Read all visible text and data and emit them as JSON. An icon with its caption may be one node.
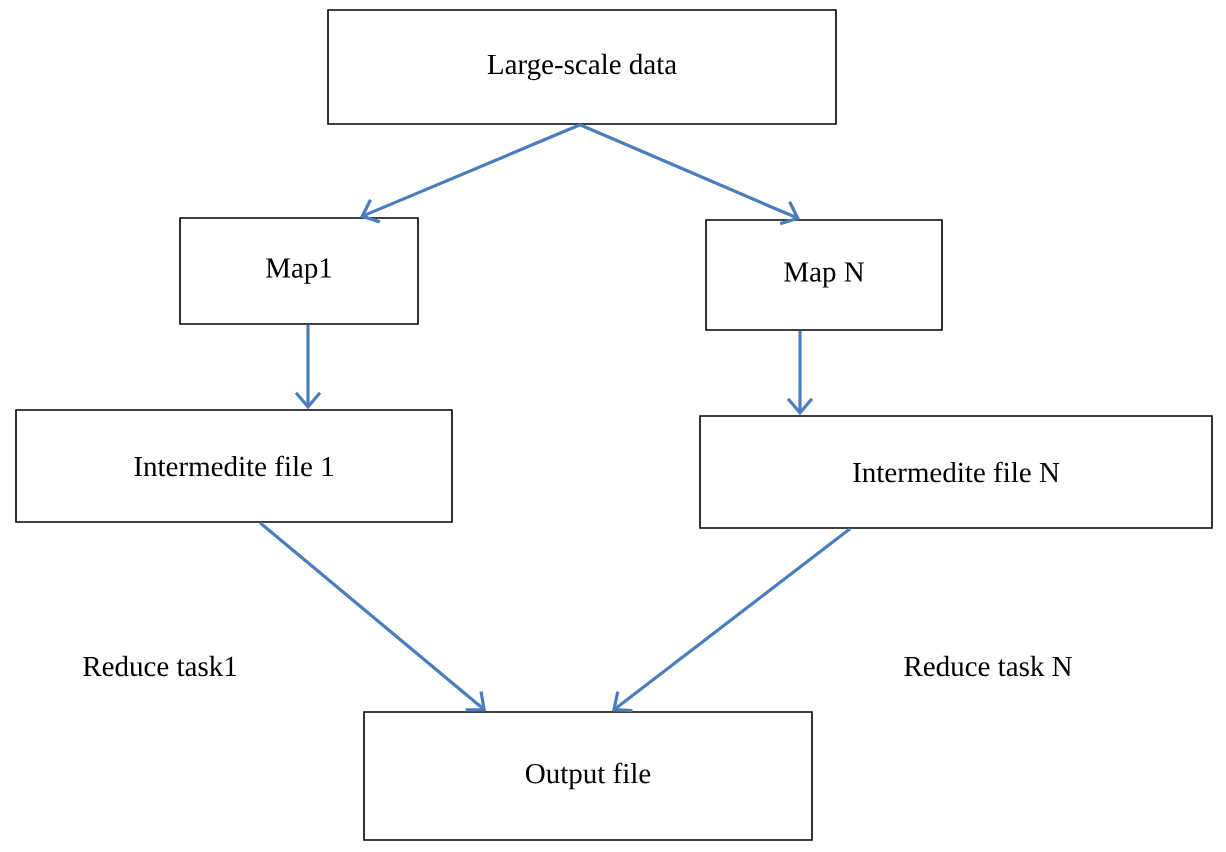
{
  "diagram": {
    "nodes": [
      {
        "text": [
          "Large-scale data"
        ]
      },
      {
        "text": [
          "Map1"
        ]
      },
      {
        "text": [
          "Map N"
        ]
      },
      {
        "text": [
          "Intermedite file 1"
        ]
      },
      {
        "text": [
          "Intermedite file N"
        ]
      },
      {
        "text": [
          "Output file"
        ]
      }
    ],
    "edges": [
      {
        "from": 0,
        "to": 1,
        "arrow": "to"
      },
      {
        "from": 0,
        "to": 2,
        "arrow": "to"
      },
      {
        "from": 1,
        "to": 3,
        "arrow": "to"
      },
      {
        "from": 2,
        "to": 4,
        "arrow": "to"
      },
      {
        "from": 3,
        "to": 5,
        "arrow": "to"
      },
      {
        "from": 4,
        "to": 5,
        "arrow": "to"
      }
    ],
    "labels": [
      "Reduce task1",
      "Reduce task N"
    ]
  }
}
